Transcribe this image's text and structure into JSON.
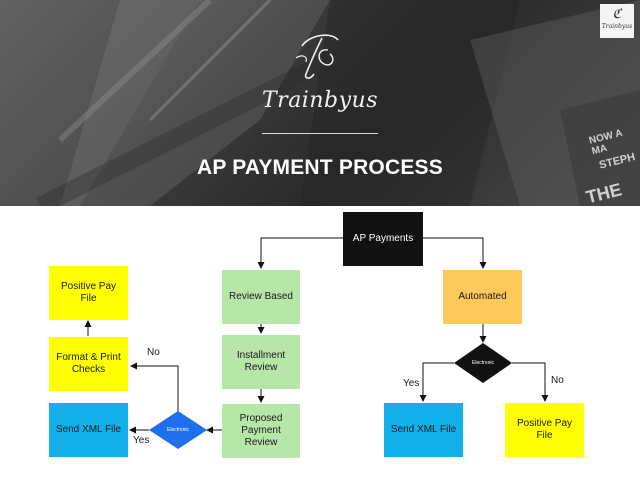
{
  "header": {
    "brand": "Trainbyus",
    "monogram": "ℭ",
    "title": "AP PAYMENT PROCESS",
    "corner_badge": "Trainbyus",
    "background_text": [
      "NOW A MA",
      "STEPH",
      "THE"
    ]
  },
  "flowchart": {
    "root": "AP Payments",
    "left_branch": {
      "step1": "Review Based",
      "step2": "Installment Review",
      "step3": "Proposed Payment Review",
      "decision": "Electronic",
      "yes_label": "Yes",
      "no_label": "No",
      "yes_result": "Send XML File",
      "no_step": "Format & Print Checks",
      "no_result": "Positive Pay File"
    },
    "right_branch": {
      "step1": "Automated",
      "decision": "Electronic",
      "yes_label": "Yes",
      "no_label": "No",
      "yes_result": "Send XML File",
      "no_result": "Positive Pay File"
    },
    "colors": {
      "root": "#111111",
      "review": "#b6e7a8",
      "automated": "#ffc85a",
      "positive_pay": "#ffff00",
      "xml": "#12b0ea",
      "left_decision": "#1e6ef0",
      "right_decision": "#111111"
    }
  }
}
